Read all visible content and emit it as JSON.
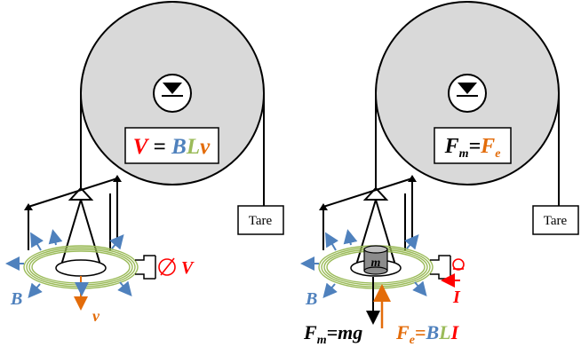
{
  "colors": {
    "wheel_fill": "#d9d9d9",
    "stroke": "#000000",
    "field_arrow": "#4f81bd",
    "velocity_arrow": "#e36c0a",
    "voltage_red": "#ff0000",
    "current_red": "#ff0000",
    "coil_green": "#9bbb59",
    "mass_fill": "#8c8c8c"
  },
  "left_panel": {
    "equation": {
      "V": "V",
      "eq": " = ",
      "B": "B",
      "L": "L",
      "v": "v"
    },
    "tare_label": "Tare",
    "field_label": "B",
    "velocity_label": "v",
    "voltage_label": "V",
    "icons": [
      "pulley-wheel",
      "knife-edge-pivot-icon",
      "voltmeter-icon",
      "coil"
    ]
  },
  "right_panel": {
    "equation": {
      "F": "F",
      "m_sub": "m",
      "eq": "=",
      "Fe": "F",
      "e_sub": "e"
    },
    "tare_label": "Tare",
    "field_label": "B",
    "current_label": "I",
    "mass_label": "m",
    "weight_equation": {
      "F": "F",
      "m_sub": "m",
      "rhs": "=mg"
    },
    "electro_equation": {
      "F": "F",
      "e_sub": "e",
      "eq": "=",
      "B": "B",
      "L": "L",
      "I": "I"
    },
    "icons": [
      "pulley-wheel",
      "knife-edge-pivot-icon",
      "current-source-icon",
      "coil",
      "mass-weight-icon"
    ]
  }
}
